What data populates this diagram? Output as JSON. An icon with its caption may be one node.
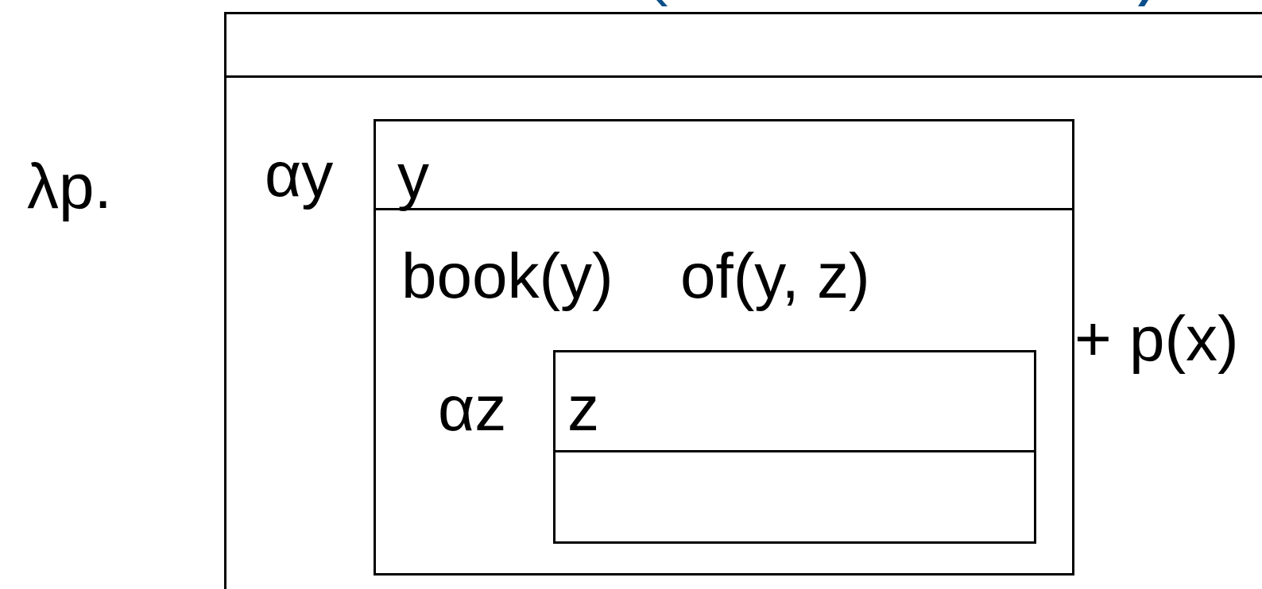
{
  "diagram": {
    "nodes": [
      {
        "text": [],
        "shape": "box"
      },
      {
        "text": [
          "y",
          "book(y)",
          "of(y, z)"
        ],
        "in": 0,
        "beside": [
          "αy"
        ]
      },
      {
        "text": [
          "z"
        ],
        "in": 1,
        "beside": [
          "αz"
        ]
      }
    ],
    "labels": [
      "λp.",
      "+ p(x)"
    ]
  }
}
